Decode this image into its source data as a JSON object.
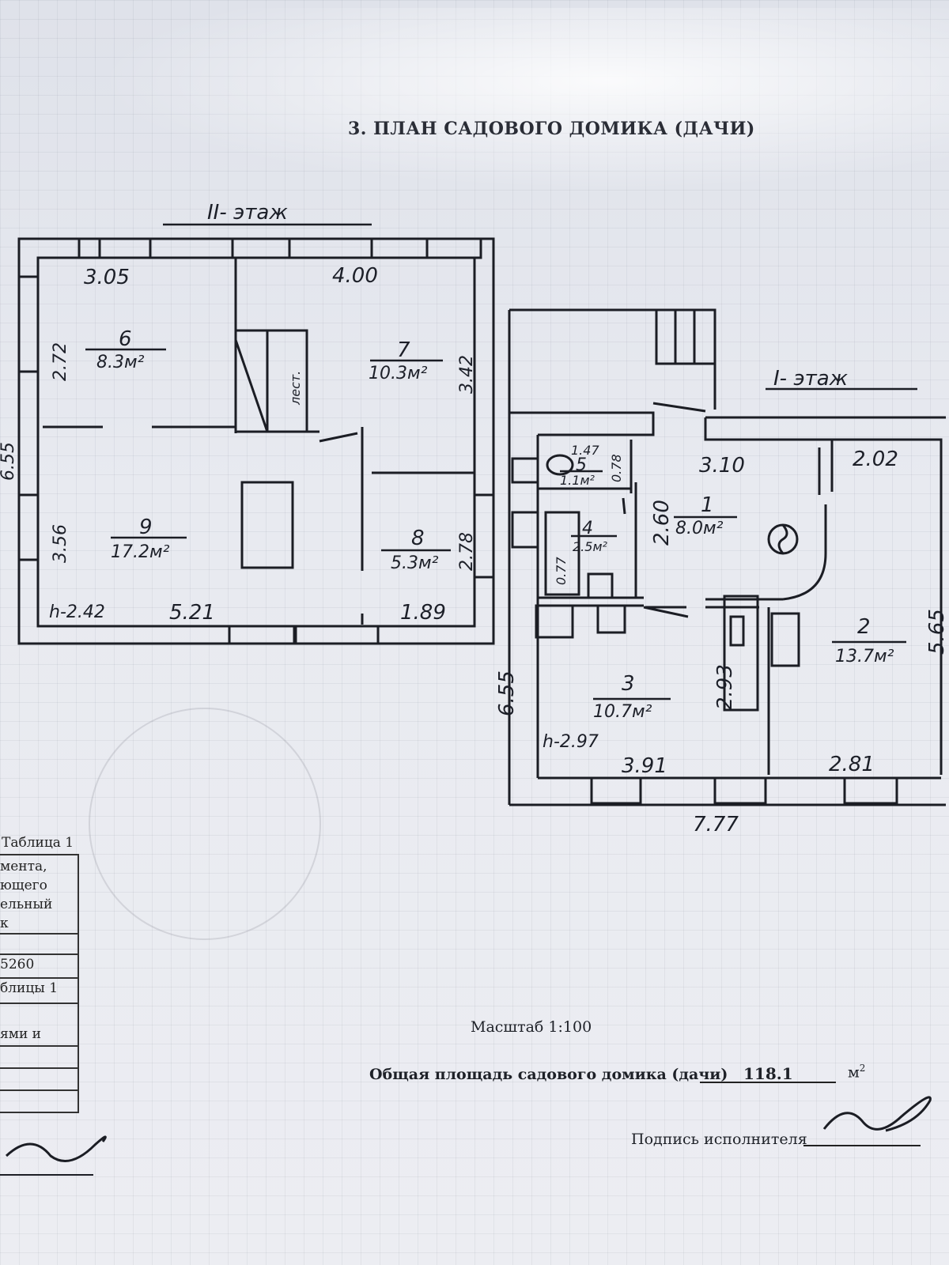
{
  "document": {
    "title": "3. ПЛАН САДОВОГО ДОМИКА (ДАЧИ)",
    "scale": "Масштаб 1:100",
    "total_area_label": "Общая площадь садового домика (дачи)",
    "total_area_value": "118.1",
    "total_area_unit": "м",
    "total_area_unit_sup": "2",
    "signature_label": "Подпись исполнителя"
  },
  "floor2": {
    "label": "II- этаж",
    "rooms": [
      {
        "num": "6",
        "area": "8.3м²"
      },
      {
        "num": "7",
        "area": "10.3м²"
      },
      {
        "num": "9",
        "area": "17.2м²"
      },
      {
        "num": "8",
        "area": "5.3м²"
      }
    ],
    "dims": {
      "d1": "3.05",
      "d2": "4.00",
      "d3": "2.72",
      "d4": "3.42",
      "d5": "3.56",
      "d6": "2.78",
      "d7": "h-2.42",
      "d8": "5.21",
      "d9": "1.89",
      "d10": "6.55",
      "stair": "лест."
    }
  },
  "floor1": {
    "label": "I- этаж",
    "rooms": [
      {
        "num": "5",
        "area": "1.1м²"
      },
      {
        "num": "4",
        "area": "2.5м²"
      },
      {
        "num": "1",
        "area": "8.0м²"
      },
      {
        "num": "2",
        "area": "13.7м²"
      },
      {
        "num": "3",
        "area": "10.7м²"
      }
    ],
    "dims": {
      "d1": "1.47",
      "d2": "0.78",
      "d3": "3.10",
      "d4": "2.02",
      "d5": "2.60",
      "d6": "0.77",
      "d7": "5.65",
      "d8": "2.93",
      "d9": "h-2.97",
      "d10": "3.91",
      "d11": "2.81",
      "d12": "6.55",
      "d13": "7.77"
    }
  },
  "table1": {
    "caption": "Таблица 1",
    "lines": [
      "мента,",
      "ющего",
      "ельный",
      "к",
      "5260",
      "блицы 1",
      "ями и"
    ]
  }
}
